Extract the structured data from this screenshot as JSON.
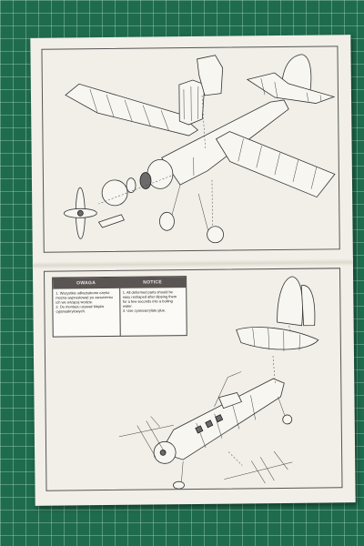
{
  "photo": {
    "subject": "assembly-instruction-sheet",
    "mat_color": "#1f6b4e",
    "paper_color": "#f1efe8"
  },
  "notice_table": {
    "header_left": "OWAGA",
    "header_right": "NOTICE",
    "text_left": "1. Wszystkie odkształcone części\nmożna wyprostować po zanurzeniu\nich we wrzącej wodzie.\n2. Do montażu używać klejów\ncyjanoakrylowych.",
    "text_right": "1. All deformed parts should be\neasy reshaped after dipping them\nfor a few seconds into a boiling\nwater.\n2. Use cyanoacrylate glue."
  }
}
